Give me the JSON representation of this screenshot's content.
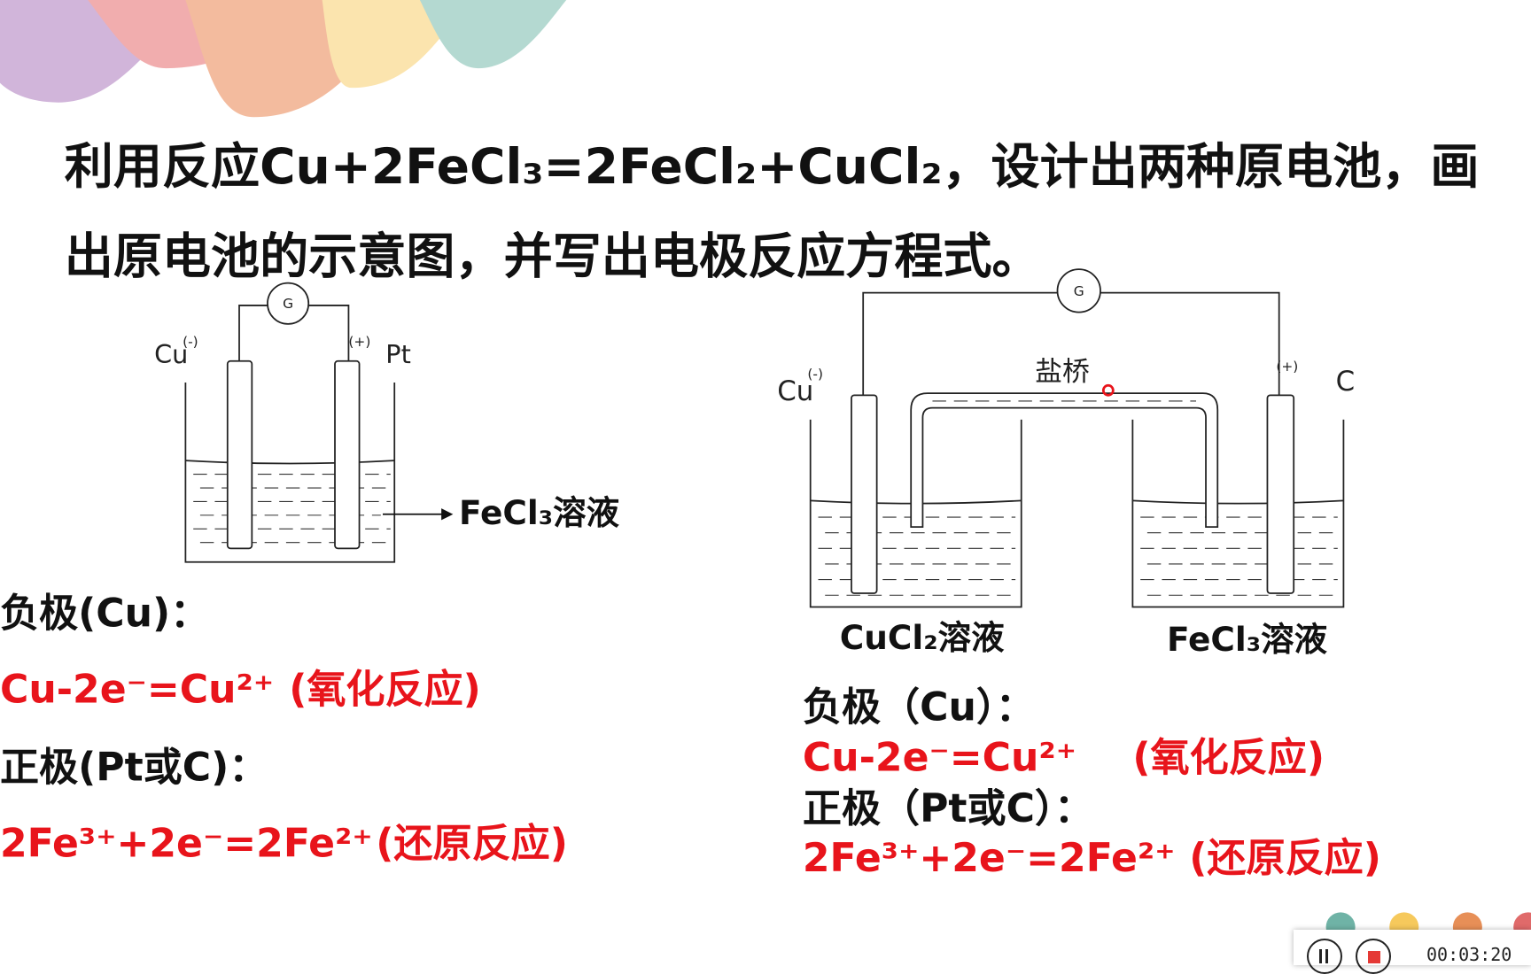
{
  "slide": {
    "title_line1": "利用反应Cu+2FeCl₃=2FeCl₂+CuCl₂，设计出两种原电池，画",
    "title_line2": "出原电池的示意图，并写出电极反应方程式。",
    "left_diagram": {
      "galvanometer": "G",
      "anode_label": "Cu",
      "anode_sign": "(-)",
      "cathode_sign": "(+)",
      "cathode_label": "Pt",
      "solution_label": "FeCl₃溶液"
    },
    "right_diagram": {
      "galvanometer": "G",
      "anode_label": "Cu",
      "anode_sign": "(-)",
      "cathode_sign": "(+)",
      "cathode_label": "C",
      "salt_bridge": "盐桥",
      "left_solution": "CuCl₂溶液",
      "right_solution": "FeCl₃溶液"
    },
    "left_equations": {
      "neg_heading": "负极(Cu)：",
      "neg_eq": "Cu-2e⁻=Cu²⁺",
      "neg_type": "(氧化反应)",
      "pos_heading": "正极(Pt或C)：",
      "pos_eq": "2Fe³⁺+2e⁻=2Fe²⁺",
      "pos_type": "(还原反应)"
    },
    "right_equations": {
      "neg_heading": "负极（Cu）：",
      "neg_eq": "Cu-2e⁻=Cu²⁺",
      "neg_type": "(氧化反应)",
      "pos_heading": "正极（Pt或C）：",
      "pos_eq": "2Fe³⁺+2e⁻=2Fe²⁺",
      "pos_type": "(还原反应)"
    },
    "colors": {
      "equation": "#e8141b",
      "text": "#111111"
    }
  },
  "recorder": {
    "timer": "00:03:20",
    "pause_icon": "pause-icon",
    "stop_icon": "stop-icon"
  }
}
